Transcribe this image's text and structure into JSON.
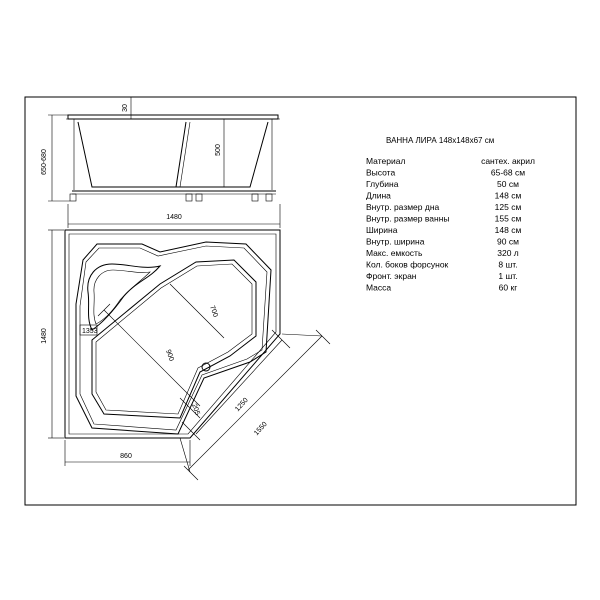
{
  "title": "ВАННА ЛИРА 148x148x67 см",
  "specs": [
    {
      "label": "Материал",
      "value": "сантех. акрил"
    },
    {
      "label": "Высота",
      "value": "65-68 см"
    },
    {
      "label": "Глубина",
      "value": "50 см"
    },
    {
      "label": "Длина",
      "value": "148 см"
    },
    {
      "label": "Внутр. размер дна",
      "value": "125 см"
    },
    {
      "label": "Внутр. размер ванны",
      "value": "155 см"
    },
    {
      "label": "Ширина",
      "value": "148 см"
    },
    {
      "label": "Внутр. ширина",
      "value": "90 см"
    },
    {
      "label": "Макс. емкость",
      "value": "320 л"
    },
    {
      "label": "Кол. боков форсунок",
      "value": "8 шт."
    },
    {
      "label": "Фронт. экран",
      "value": "1 шт."
    },
    {
      "label": "Масса",
      "value": "60 кг"
    }
  ],
  "dims": {
    "top_rim": "30",
    "depth": "500",
    "height": "650-680",
    "length": "1480",
    "width": "1480",
    "d700": "700",
    "d900": "900",
    "d1353": "1353",
    "d205": "205",
    "d1250": "1250",
    "d1550": "1550",
    "d860": "860"
  }
}
